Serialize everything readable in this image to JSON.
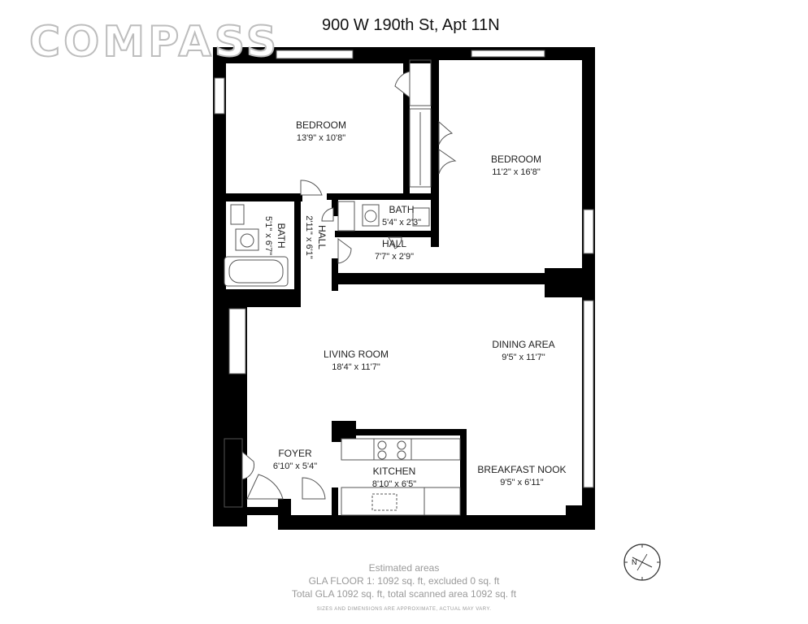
{
  "brand": {
    "logo_text": "COMPASS"
  },
  "title": "900 W 190th St, Apt 11N",
  "rooms": {
    "bedroom_left": {
      "name": "BEDROOM",
      "dims": "13'9\" x 10'8\""
    },
    "bedroom_right": {
      "name": "BEDROOM",
      "dims": "11'2\" x 16'8\""
    },
    "bath_left": {
      "name": "BATH",
      "dims": "5'1\" x 6'7\""
    },
    "hall_vertical": {
      "name": "HALL",
      "dims": "2'11\" x 6'1\""
    },
    "bath_small": {
      "name": "BATH",
      "dims": "5'4\" x 2'3\""
    },
    "hall_horizontal": {
      "name": "HALL",
      "dims": "7'7\" x 2'9\""
    },
    "living_room": {
      "name": "LIVING ROOM",
      "dims": "18'4\" x 11'7\""
    },
    "dining_area": {
      "name": "DINING AREA",
      "dims": "9'5\" x 11'7\""
    },
    "foyer": {
      "name": "FOYER",
      "dims": "6'10\" x 5'4\""
    },
    "kitchen": {
      "name": "KITCHEN",
      "dims": "8'10\" x 6'5\""
    },
    "breakfast_nook": {
      "name": "BREAKFAST NOOK",
      "dims": "9'5\" x 6'11\""
    }
  },
  "footer": {
    "line1": "Estimated areas",
    "line2": "GLA FLOOR 1: 1092 sq. ft, excluded 0 sq. ft",
    "line3": "Total GLA 1092 sq. ft, total scanned area 1092 sq. ft",
    "disclaimer": "SIZES AND DIMENSIONS ARE APPROXIMATE, ACTUAL MAY VARY."
  },
  "compass": {
    "north_label": "N"
  },
  "colors": {
    "wall": "#000000",
    "background": "#ffffff",
    "fixture_stroke": "#555555",
    "footer_text": "#9a9a9a"
  }
}
